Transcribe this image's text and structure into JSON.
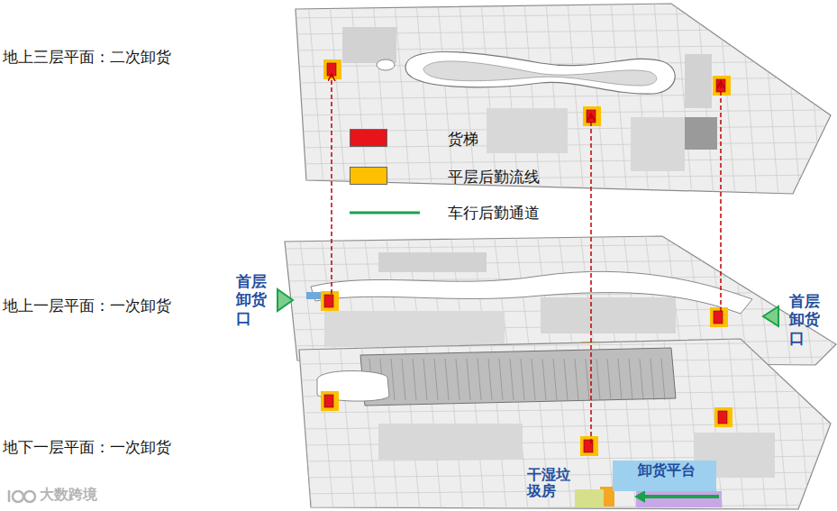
{
  "diagram": {
    "nodes": [
      {
        "text": [
          "地上三层平面：二次卸货"
        ]
      },
      {
        "text": [
          "地上一层平面：一次卸货"
        ]
      },
      {
        "text": [
          "地下一层平面：一次卸货"
        ]
      },
      {
        "text": [
          "卸货平台"
        ],
        "in": 2
      },
      {
        "text": [
          "干湿垃圾房"
        ],
        "in": 2
      }
    ],
    "edges": [
      {
        "from": 1,
        "to": 0,
        "arrow": "to"
      },
      {
        "from": 1,
        "to": 0,
        "arrow": "to"
      },
      {
        "from": 2,
        "to": 0,
        "arrow": "to"
      }
    ],
    "labels": [
      "首层卸货口",
      "首层卸货口",
      "大数跨境"
    ],
    "legend": [
      {
        "text": "货梯",
        "color": "#e8141c"
      },
      {
        "text": "平层后勤流线",
        "color": "#ffc000"
      },
      {
        "text": "车行后勤通道"
      }
    ]
  }
}
